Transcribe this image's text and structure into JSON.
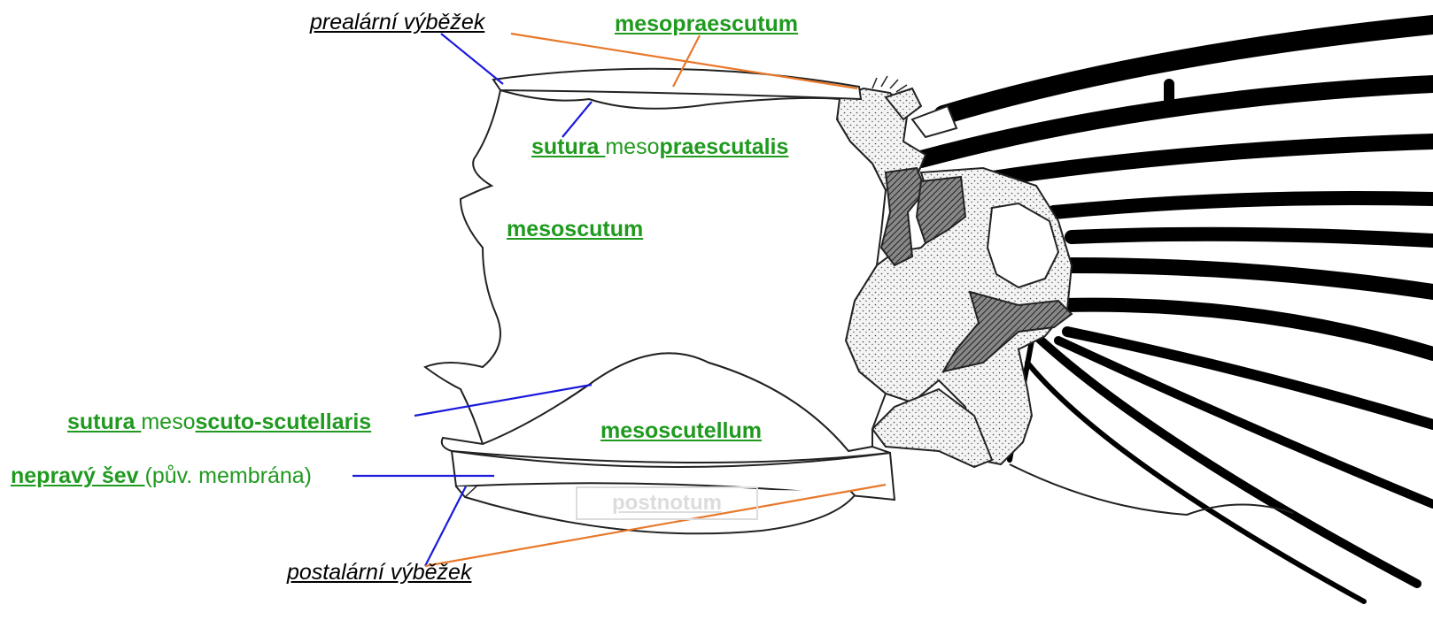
{
  "labels": {
    "prealar": "prealární výběžek",
    "mesopraescutum": "mesopraescutum",
    "sutura_praescutalis": {
      "bold": "sutura ",
      "plain": "meso",
      "bold2": "praescutalis"
    },
    "mesoscutum": "mesoscutum",
    "sutura_scuto": {
      "bold": "sutura ",
      "plain": "meso",
      "bold2": "scuto-scutellaris"
    },
    "mesoscutellum": "mesoscutellum",
    "nepravy": {
      "bold": "nepravý šev ",
      "plain": "(pův. membrána)"
    },
    "postnotum": "postnotum",
    "postalar": "postalární výběžek"
  },
  "colors": {
    "label_green": "#1f9a1f",
    "pointer_blue": "#1a1adc",
    "pointer_orange": "#e8782a",
    "outline": "#222222",
    "vein": "#000000",
    "stipple": "#ececec"
  }
}
